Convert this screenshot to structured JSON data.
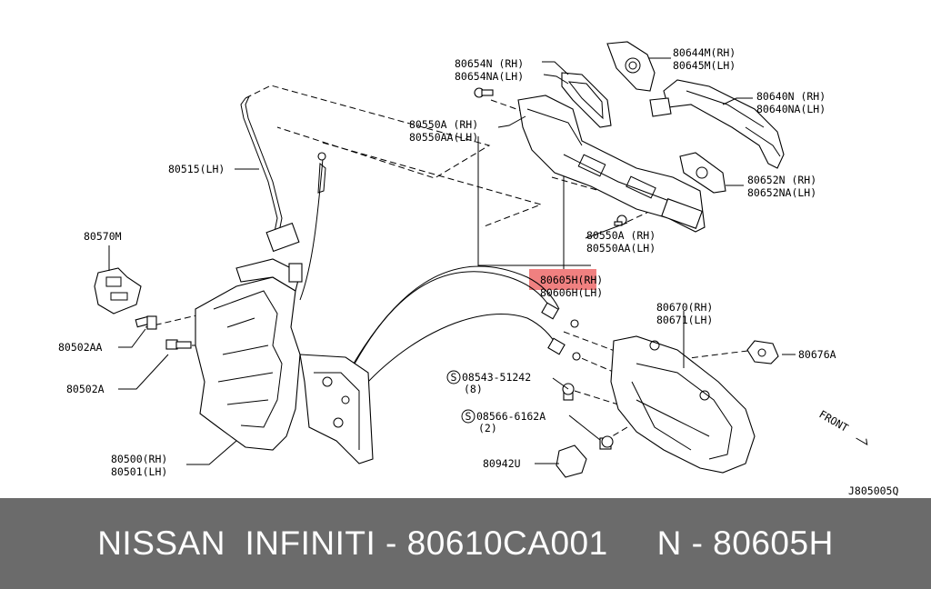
{
  "labels": {
    "l80654n": "80654N (RH)",
    "l80654na": "80654NA(LH)",
    "l80644m": "80644M(RH)",
    "l80645m": "80645M(LH)",
    "l80640n": "80640N (RH)",
    "l80640na": "80640NA(LH)",
    "l80550a_top": "80550A (RH)",
    "l80550aa_top": "80550AA(LH)",
    "l80515": "80515(LH)",
    "l80652n": "80652N (RH)",
    "l80652na": "80652NA(LH)",
    "l80570m": "80570M",
    "l80550a_bot": "80550A (RH)",
    "l80550aa_bot": "80550AA(LH)",
    "l80605h": "80605H(RH)",
    "l80606h": "80606H(LH)",
    "l80670": "80670(RH)",
    "l80671": "80671(LH)",
    "l80502aa": "80502AA",
    "l80676a": "80676A",
    "l80502a": "80502A",
    "l08543": "08543-51242",
    "l08543q": "(8)",
    "l08566": "08566-6162A",
    "l08566q": "(2)",
    "l80500": "80500(RH)",
    "l80501": "80501(LH)",
    "l80942u": "80942U",
    "front": "FRONT",
    "code": "J805005Q",
    "s1": "S",
    "s2": "S"
  },
  "highlight_color": "#f08080",
  "footer_bg": "#6b6b6b",
  "footer": "NISSAN  INFINITI - 80610CA001     N - 80605H"
}
